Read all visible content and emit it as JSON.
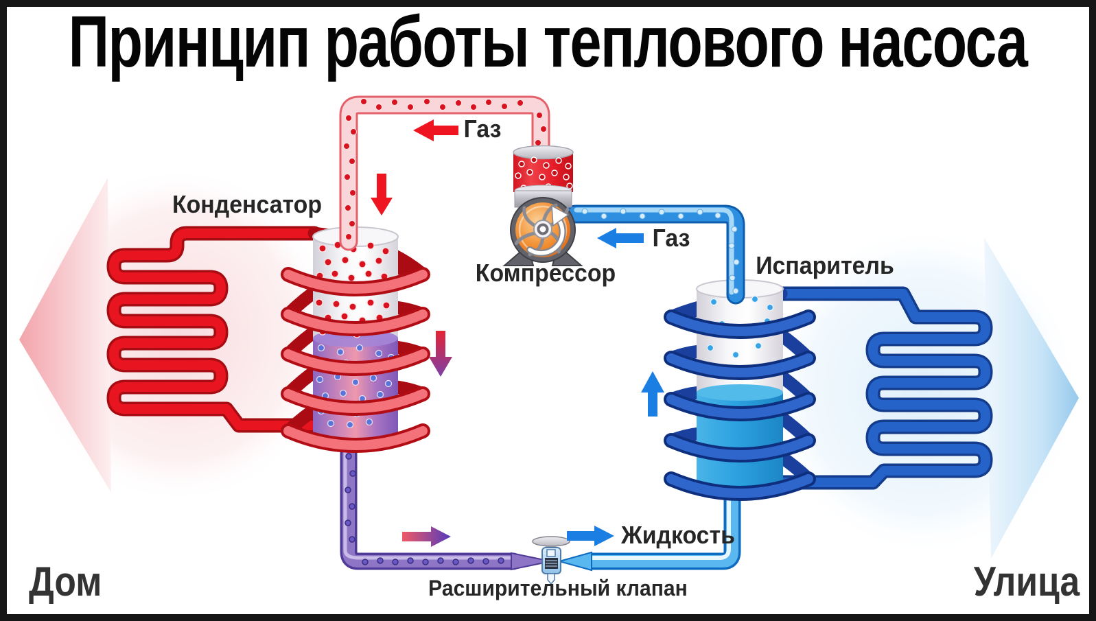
{
  "title": "Принцип работы теплового насоса",
  "labels": {
    "condenser": "Конденсатор",
    "compressor": "Компрессор",
    "evaporator": "Испаритель",
    "expansion_valve": "Расширительный клапан",
    "gas_hot": "Газ",
    "gas_cold": "Газ",
    "liquid": "Жидкость",
    "house": "Дом",
    "street": "Улица"
  },
  "flows": {
    "hot_gas_direction": "left",
    "cold_gas_direction": "left",
    "liquid_direction": "right",
    "condenser_flow": "down",
    "evaporator_flow": "up"
  },
  "colors": {
    "hot": "#e8141f",
    "hot_pipe_fill": "#f9d6d9",
    "cold": "#1b7ee2",
    "cold_coil": "#2360c8",
    "liquid_purple": "#8f75c6",
    "compressor_impeller": "#ee7d22",
    "text": "#262626",
    "background": "#ffffff",
    "border": "#161616"
  }
}
